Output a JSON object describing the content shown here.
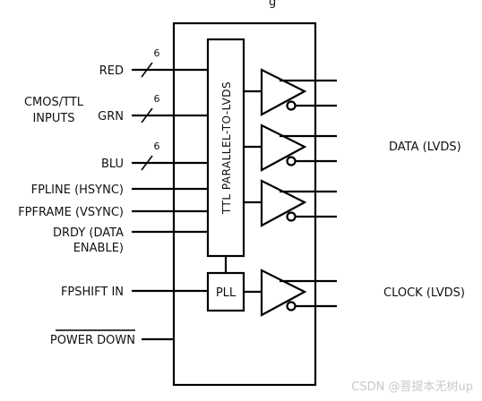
{
  "top_label": "g",
  "inputs": {
    "group_label_line1": "CMOS/TTL",
    "group_label_line2": "INPUTS",
    "red": "RED",
    "grn": "GRN",
    "blu": "BLU",
    "bus_width_red": "6",
    "bus_width_grn": "6",
    "bus_width_blu": "6",
    "fpline": "FPLINE (HSYNC)",
    "fpframe": "FPFRAME (VSYNC)",
    "drdy_line1": "DRDY (DATA",
    "drdy_line2": "ENABLE)",
    "fpshift": "FPSHIFT IN",
    "power_down": "POWER DOWN"
  },
  "blocks": {
    "converter": "TTL PARALLEL-TO-LVDS",
    "pll": "PLL"
  },
  "outputs": {
    "data": "DATA (LVDS)",
    "clock": "CLOCK (LVDS)"
  },
  "watermark": "CSDN @菩提本无树up"
}
